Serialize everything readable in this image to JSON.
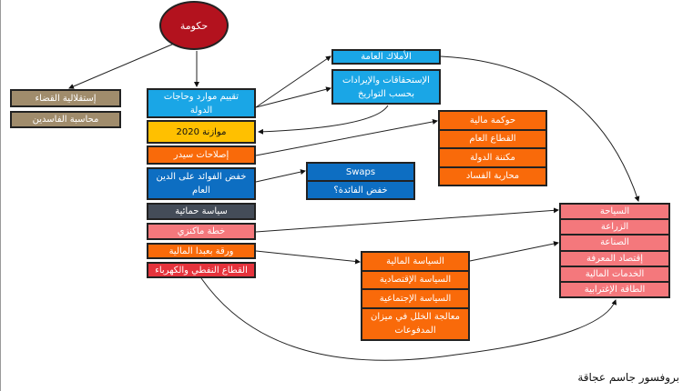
{
  "root": "حكومة",
  "left_boxes": [
    "إستقلالية القضاء",
    "محاسبة الفاسدين"
  ],
  "column": [
    {
      "label": "تقييم موارد وحاجات الدولة",
      "color": "#1aa6e6"
    },
    {
      "label": "موازنة 2020",
      "color": "#ffc000"
    },
    {
      "label": "إصلاحات سيدر",
      "color": "#f96a0a"
    },
    {
      "label": "خفض الفوائد على الدين العام",
      "color": "#0d6ec2"
    },
    {
      "label": "سياسة حمائية",
      "color": "#444c58"
    },
    {
      "label": "خطة ماكنزي",
      "color": "#f4787c"
    },
    {
      "label": "ورقة بعبدا المالية",
      "color": "#f96a0a"
    },
    {
      "label": "القطاع النفطي والكهرباء",
      "color": "#e5333c"
    }
  ],
  "state_assets": [
    "الأملاك العامة",
    "الإستحقاقات والإيرادات بحسب التواريخ"
  ],
  "governance": [
    "حوكمة مالية",
    "القطاع العام",
    "مكننة الدولة",
    "محاربة الفساد"
  ],
  "swaps": [
    "Swaps",
    "خفض الفائدة؟"
  ],
  "policies": [
    "السياسة المالية",
    "السياسة الإقتصادية",
    "السياسة الإجتماعية",
    "معالجة الخلل في ميزان المدفوعات"
  ],
  "sectors": [
    "السياحة",
    "الزراعة",
    "الصناعة",
    "إقتصاد المعرفة",
    "الخدمات المالية",
    "الطاقة الإغترابية"
  ],
  "author": "بروفسور جاسم عجاقة",
  "colors": {
    "tan": "#a08c6c",
    "light_blue": "#1aa6e6",
    "orange": "#f96a0a",
    "blue": "#0d6ec2",
    "pink": "#f4787c"
  }
}
